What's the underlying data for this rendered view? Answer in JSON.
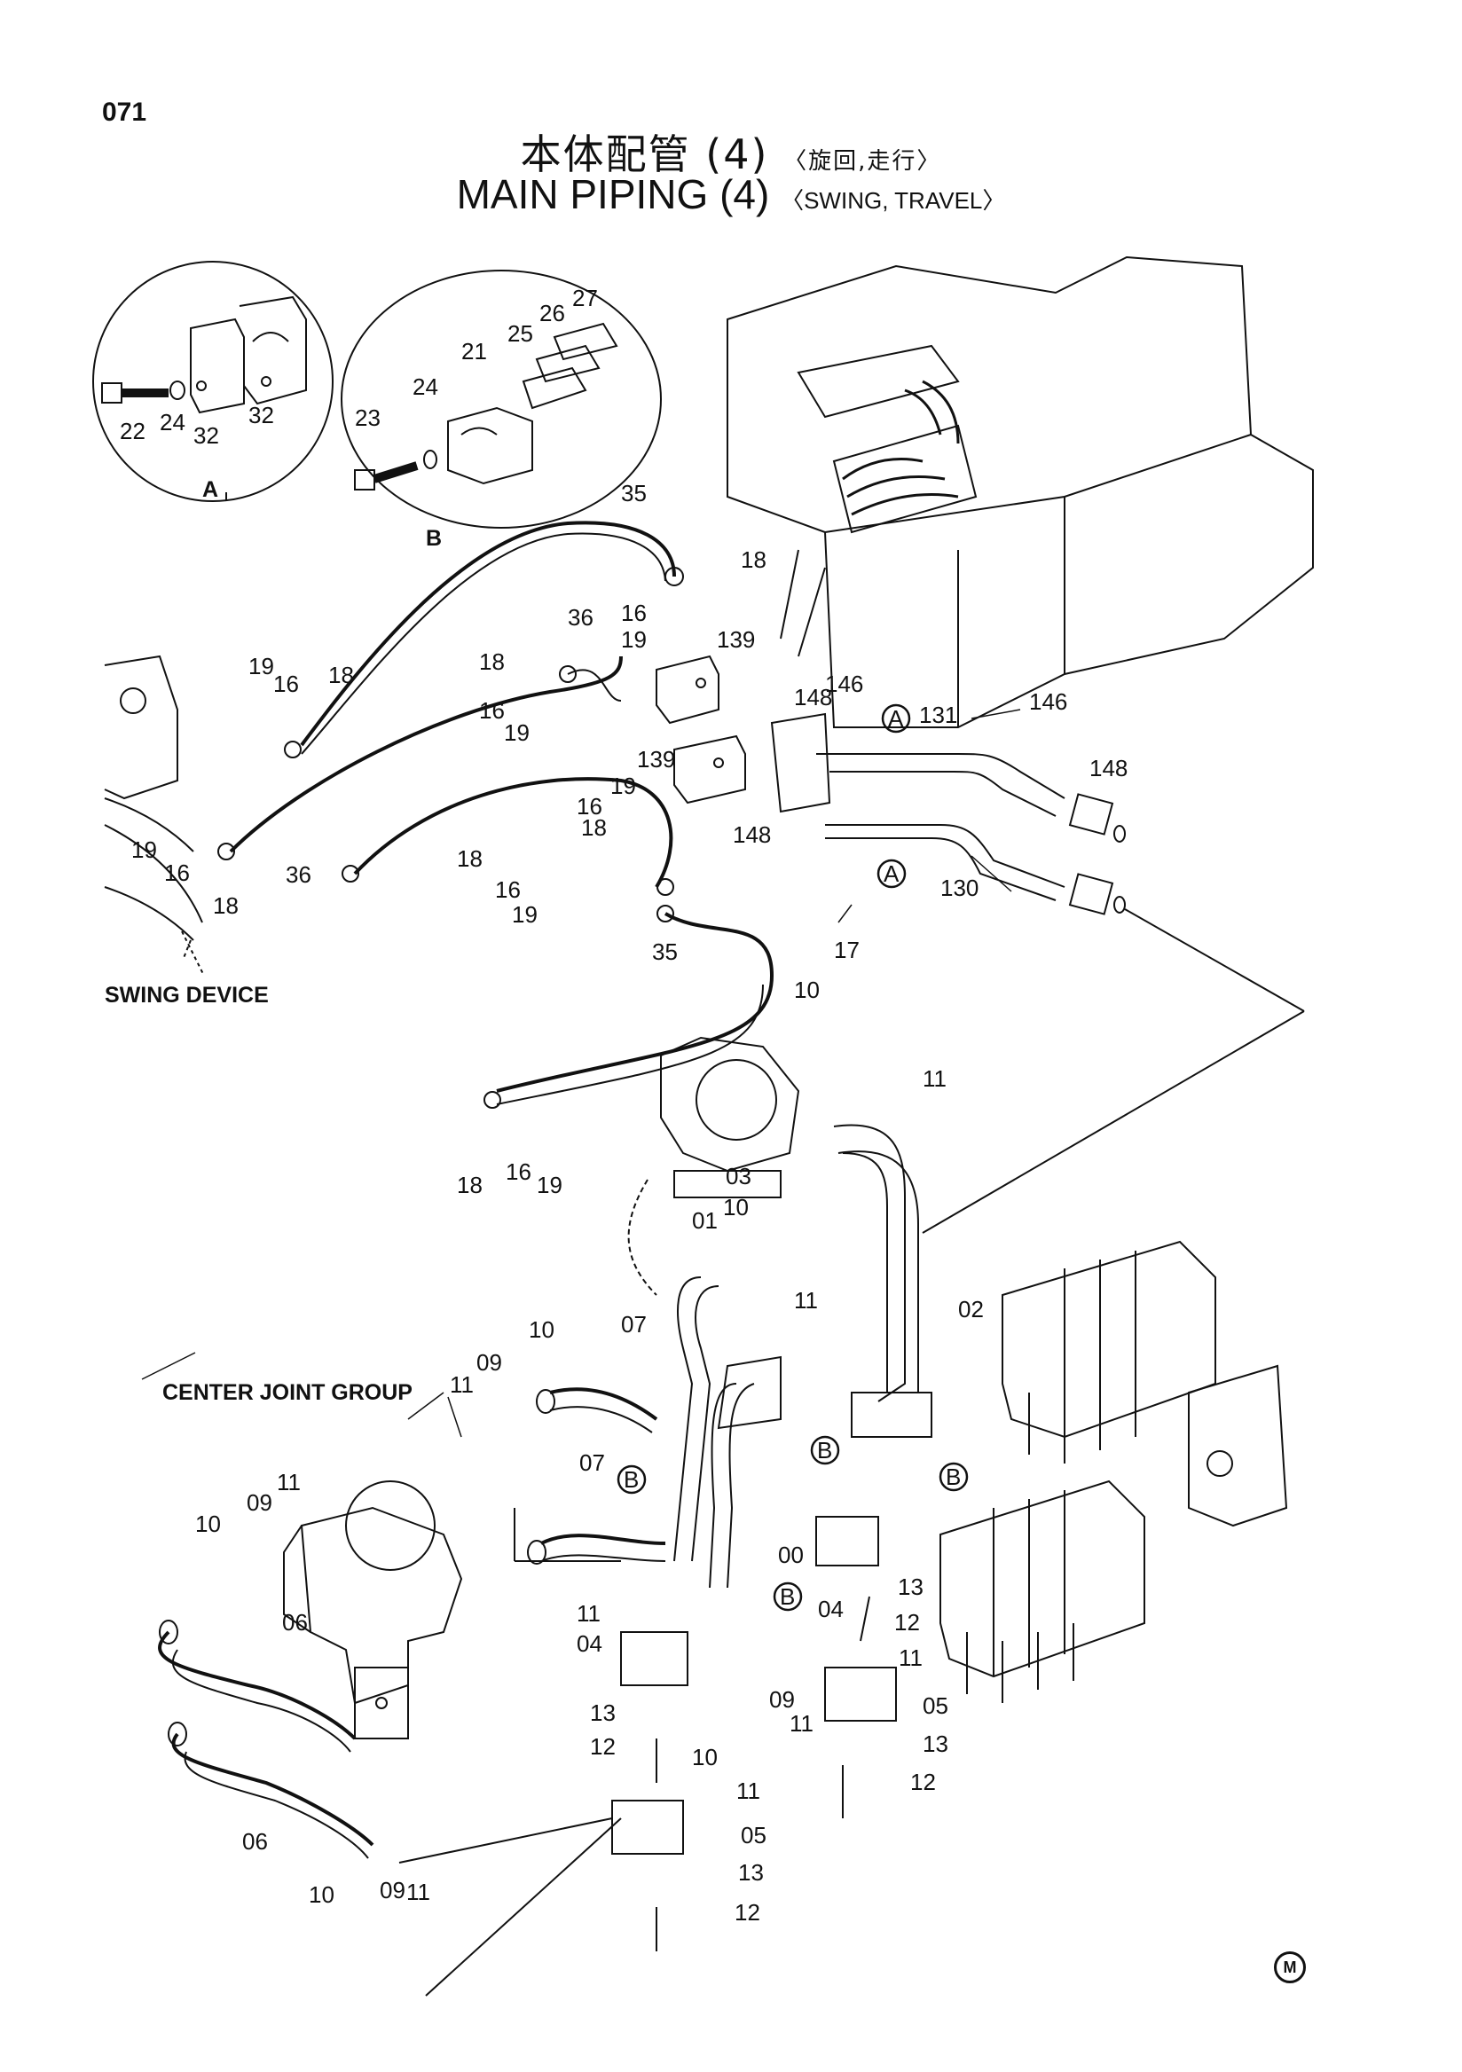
{
  "header": {
    "page_number": "071",
    "title_jp": "本体配管",
    "title_jp_num": "(4)",
    "title_jp_sub": "〈旋回,走行〉",
    "title_en": "MAIN PIPING",
    "title_en_num": "(4)",
    "title_en_sub": "〈SWING, TRAVEL〉"
  },
  "groups": {
    "swing_device": "SWING DEVICE",
    "center_joint": "CENTER JOINT GROUP"
  },
  "details": {
    "a": "A",
    "b": "B"
  },
  "callouts": {
    "a1": "A",
    "a2": "A",
    "b1": "B",
    "b2": "B",
    "b3": "B",
    "b4": "B"
  },
  "part_labels": {
    "p22": "22",
    "p24a": "24",
    "p32a": "32",
    "p32b": "32",
    "p23": "23",
    "p24b": "24",
    "p21": "21",
    "p25": "25",
    "p26": "26",
    "p27": "27",
    "p35a": "35",
    "p18a": "18",
    "p16a": "16",
    "p19a": "19",
    "p36a": "36",
    "p139a": "139",
    "p18b": "18",
    "p16b": "16",
    "p19b": "19",
    "p148a": "148",
    "p146a": "146",
    "p131": "131",
    "p146b": "146",
    "p148b": "148",
    "p139b": "139",
    "p19c": "19",
    "p16c": "16",
    "p18c": "18",
    "p148c": "148",
    "p130": "130",
    "p17": "17",
    "p19d": "19",
    "p16d": "16",
    "p18d": "18",
    "p19e": "19",
    "p16e": "16",
    "p18e": "18",
    "p36b": "36",
    "p18f": "18",
    "p16f": "16",
    "p19f": "19",
    "p35b": "35",
    "p10a": "10",
    "p11a": "11",
    "p18g": "18",
    "p16g": "16",
    "p19g": "19",
    "p03": "03",
    "p01": "01",
    "p10b": "10",
    "p11b": "11",
    "p02": "02",
    "p07a": "07",
    "p10c": "10",
    "p09a": "09",
    "p11c": "11",
    "p07b": "07",
    "p00": "00",
    "p11d": "11",
    "p09b": "09",
    "p10d": "10",
    "p06a": "06",
    "p13a": "13",
    "p12a": "12",
    "p04a": "04",
    "p11e": "11",
    "p11f": "11",
    "p04b": "04",
    "p09c": "09",
    "p11g": "11",
    "p05a": "05",
    "p13b": "13",
    "p12b": "12",
    "p10e": "10",
    "p13c": "13",
    "p12c": "12",
    "p06b": "06",
    "p11h": "11",
    "p05b": "05",
    "p13d": "13",
    "p12d": "12",
    "p10f": "10",
    "p09d": "09",
    "p11i": "11"
  },
  "mark": "M"
}
